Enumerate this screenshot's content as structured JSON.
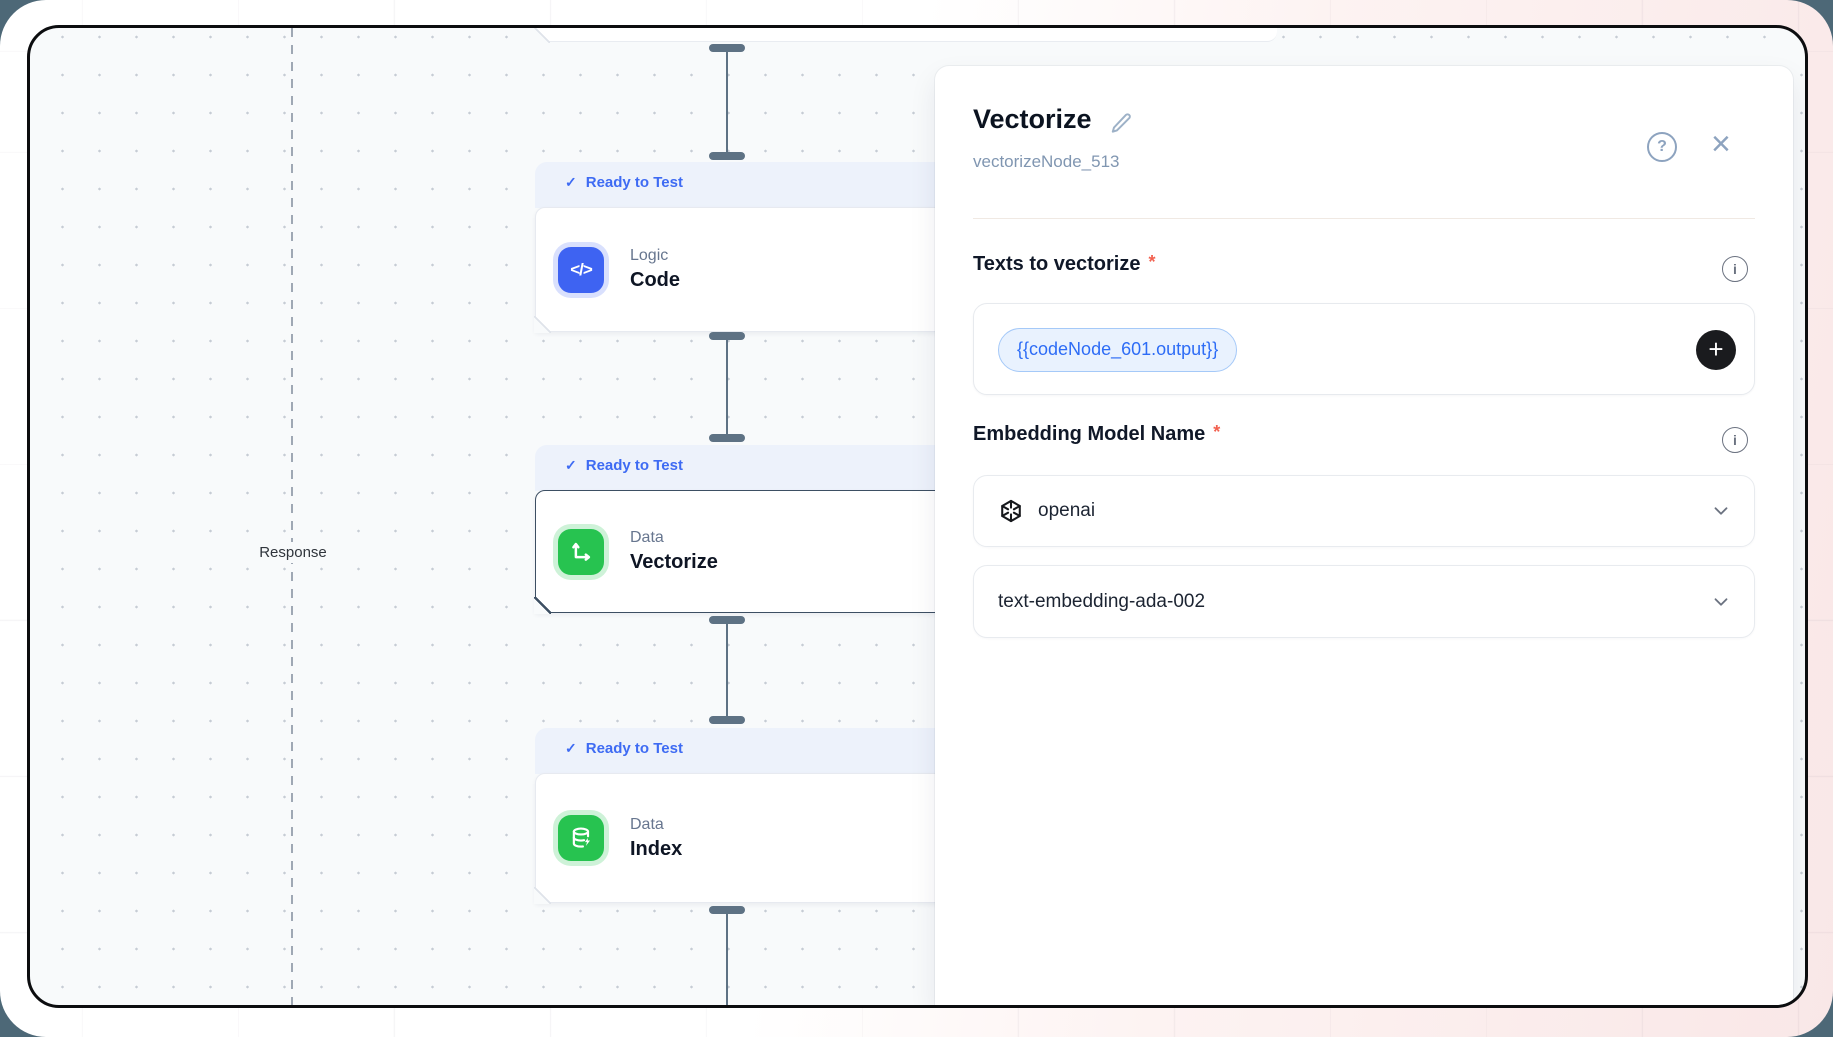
{
  "canvas": {
    "response_label": "Response",
    "nodes": [
      {
        "status": "Ready to Test",
        "category": "Logic",
        "title": "Code",
        "icon": "code-icon"
      },
      {
        "status": "Ready to Test",
        "category": "Data",
        "title": "Vectorize",
        "icon": "vector-axes-icon",
        "selected": true
      },
      {
        "status": "Ready to Test",
        "category": "Data",
        "title": "Index",
        "icon": "database-icon"
      }
    ]
  },
  "panel": {
    "title": "Vectorize",
    "node_id": "vectorizeNode_513",
    "required_mark": "*",
    "fields": [
      {
        "label": "Texts to vectorize",
        "required": true,
        "chip": "{{codeNode_601.output}}"
      },
      {
        "label": "Embedding Model Name",
        "required": true,
        "provider": "openai",
        "model": "text-embedding-ada-002"
      }
    ]
  },
  "icons": {
    "check": "✓",
    "close": "×",
    "help": "?",
    "info": "i",
    "plus": "+",
    "code_glyph": "</>"
  },
  "colors": {
    "accent_blue": "#3e63f2",
    "accent_green": "#27c350",
    "status_text": "#3e6bf3",
    "selected_border": "#3d4f63",
    "chip_text": "#2d6cf6",
    "required": "#f2604f",
    "connector": "#5e7284",
    "window_border": "#0c0d0f"
  }
}
